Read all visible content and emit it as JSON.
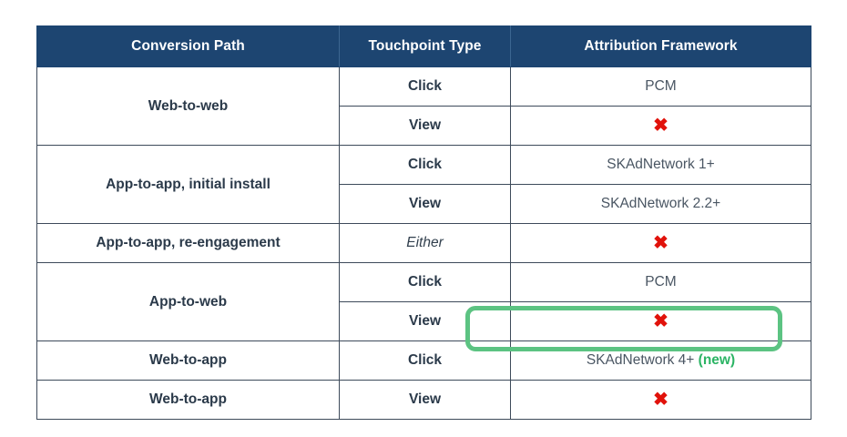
{
  "table": {
    "headers": [
      "Conversion Path",
      "Touchpoint Type",
      "Attribution Framework"
    ],
    "rows": [
      {
        "path": "Web-to-web",
        "path_rowspan": 2,
        "touchpoint": "Click",
        "touchpoint_style": "bold",
        "framework": "PCM",
        "framework_style": "text",
        "highlighted": false
      },
      {
        "path": null,
        "path_rowspan": 0,
        "touchpoint": "View",
        "touchpoint_style": "bold",
        "framework": "✖",
        "framework_style": "cross",
        "highlighted": false
      },
      {
        "path": "App-to-app, initial install",
        "path_rowspan": 2,
        "touchpoint": "Click",
        "touchpoint_style": "bold",
        "framework": "SKAdNetwork 1+",
        "framework_style": "text",
        "highlighted": false
      },
      {
        "path": null,
        "path_rowspan": 0,
        "touchpoint": "View",
        "touchpoint_style": "bold",
        "framework": "SKAdNetwork 2.2+",
        "framework_style": "text",
        "highlighted": false
      },
      {
        "path": "App-to-app, re-engagement",
        "path_rowspan": 1,
        "touchpoint": "Either",
        "touchpoint_style": "italic",
        "framework": "✖",
        "framework_style": "cross",
        "highlighted": false
      },
      {
        "path": "App-to-web",
        "path_rowspan": 2,
        "touchpoint": "Click",
        "touchpoint_style": "bold",
        "framework": "PCM",
        "framework_style": "text",
        "highlighted": false
      },
      {
        "path": null,
        "path_rowspan": 0,
        "touchpoint": "View",
        "touchpoint_style": "bold",
        "framework": "✖",
        "framework_style": "cross",
        "highlighted": false
      },
      {
        "path": "Web-to-app",
        "path_rowspan": 1,
        "touchpoint": "Click",
        "touchpoint_style": "bold",
        "framework": "SKAdNetwork 4+",
        "framework_suffix": "(new)",
        "framework_style": "text-with-tag",
        "highlighted": true
      },
      {
        "path": "Web-to-app",
        "path_rowspan": 1,
        "touchpoint": "View",
        "touchpoint_style": "bold",
        "framework": "✖",
        "framework_style": "cross",
        "highlighted": false
      }
    ]
  },
  "colors": {
    "header_bg": "#1d4571",
    "header_text": "#ffffff",
    "grid_line": "#3d4a5a",
    "path_text": "#2b3a4a",
    "framework_text": "#4a5663",
    "cross_red": "#e1120b",
    "highlight_green": "#5cc382",
    "new_tag_green": "#2bb464",
    "page_bg": "#ffffff"
  }
}
